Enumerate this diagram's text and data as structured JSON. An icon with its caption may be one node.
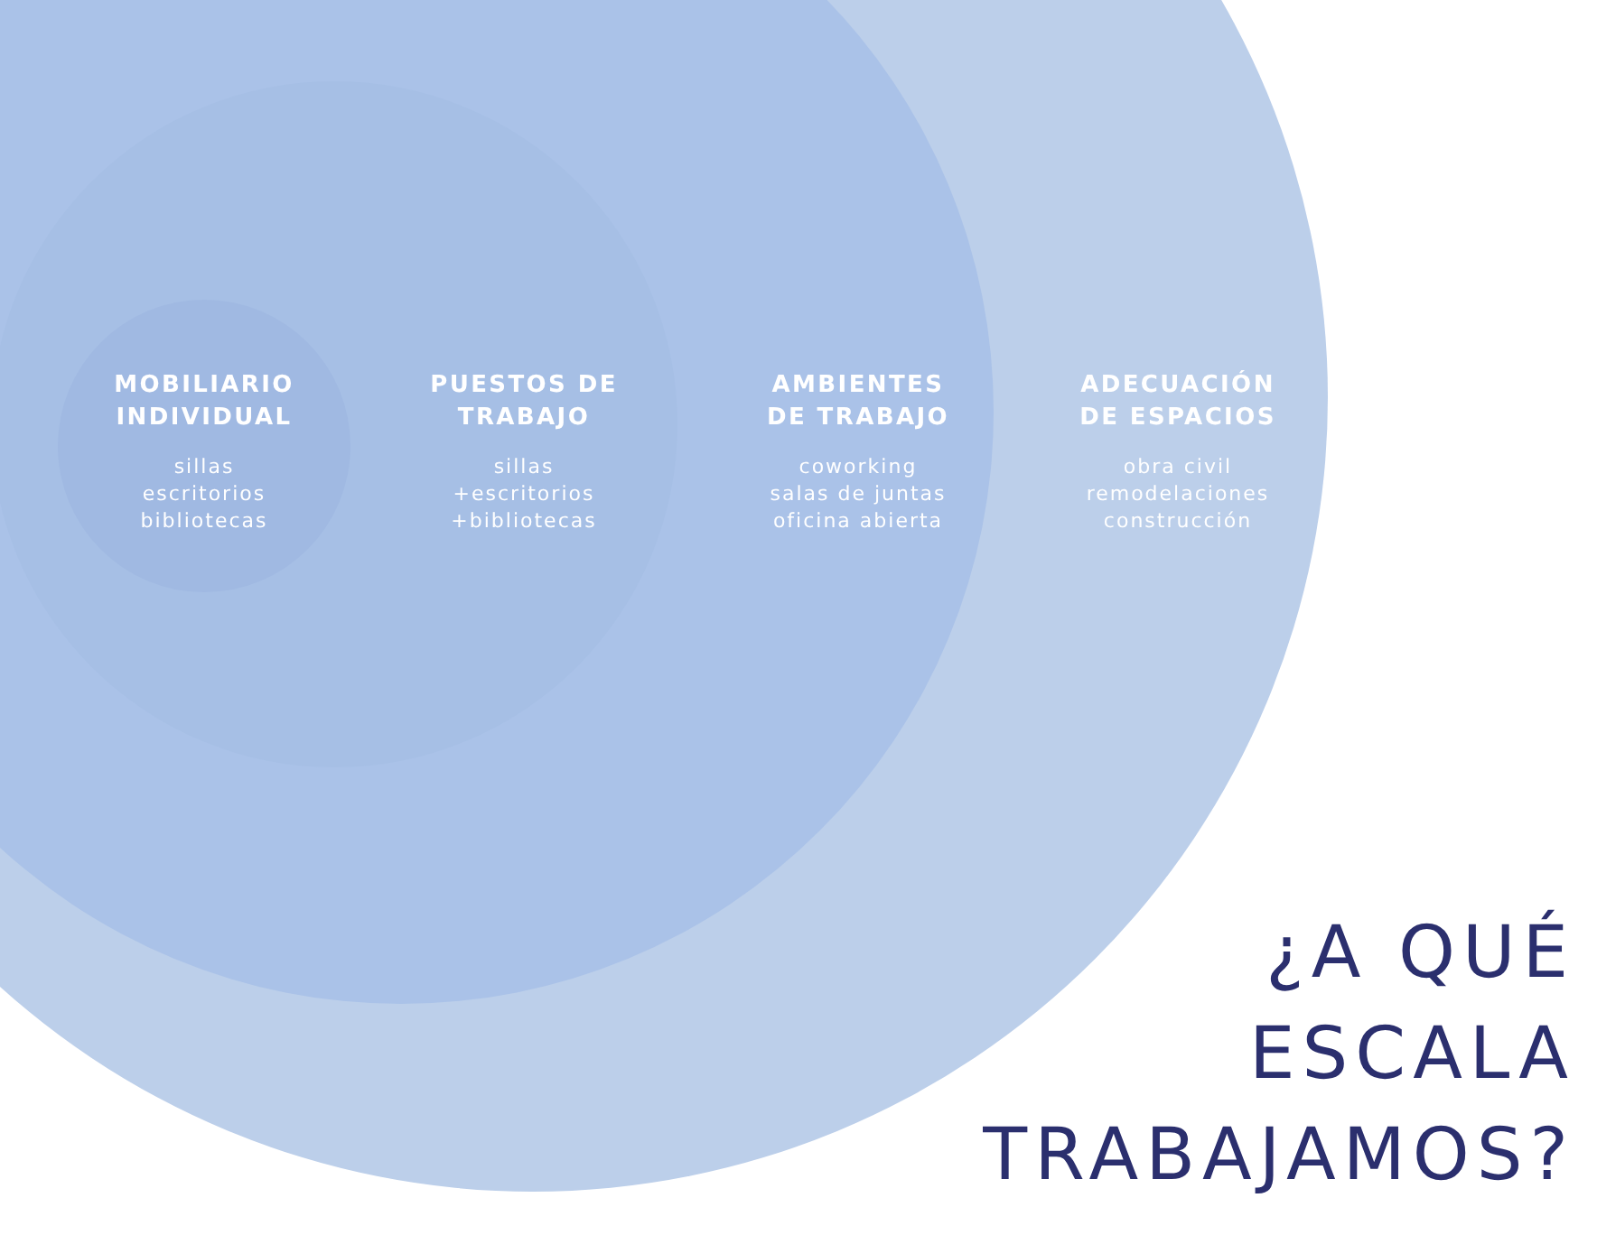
{
  "diagram": {
    "title": "¿A QUÉ ESCALA TRABAJAMOS?",
    "nodes": [
      {
        "text": [
          "ADECUACIÓN DE ESPACIOS",
          "obra civil",
          "remodelaciones",
          "construcción"
        ]
      },
      {
        "text": [
          "AMBIENTES DE TRABAJO",
          "coworking",
          "salas de juntas",
          "oficina abierta"
        ],
        "in": 0
      },
      {
        "text": [
          "PUESTOS DE TRABAJO",
          "sillas",
          "+escritorios",
          "+bibliotecas"
        ],
        "in": 1
      },
      {
        "text": [
          "MOBILIARIO INDIVIDUAL",
          "sillas",
          "escritorios",
          "bibliotecas"
        ],
        "in": 2
      }
    ]
  }
}
